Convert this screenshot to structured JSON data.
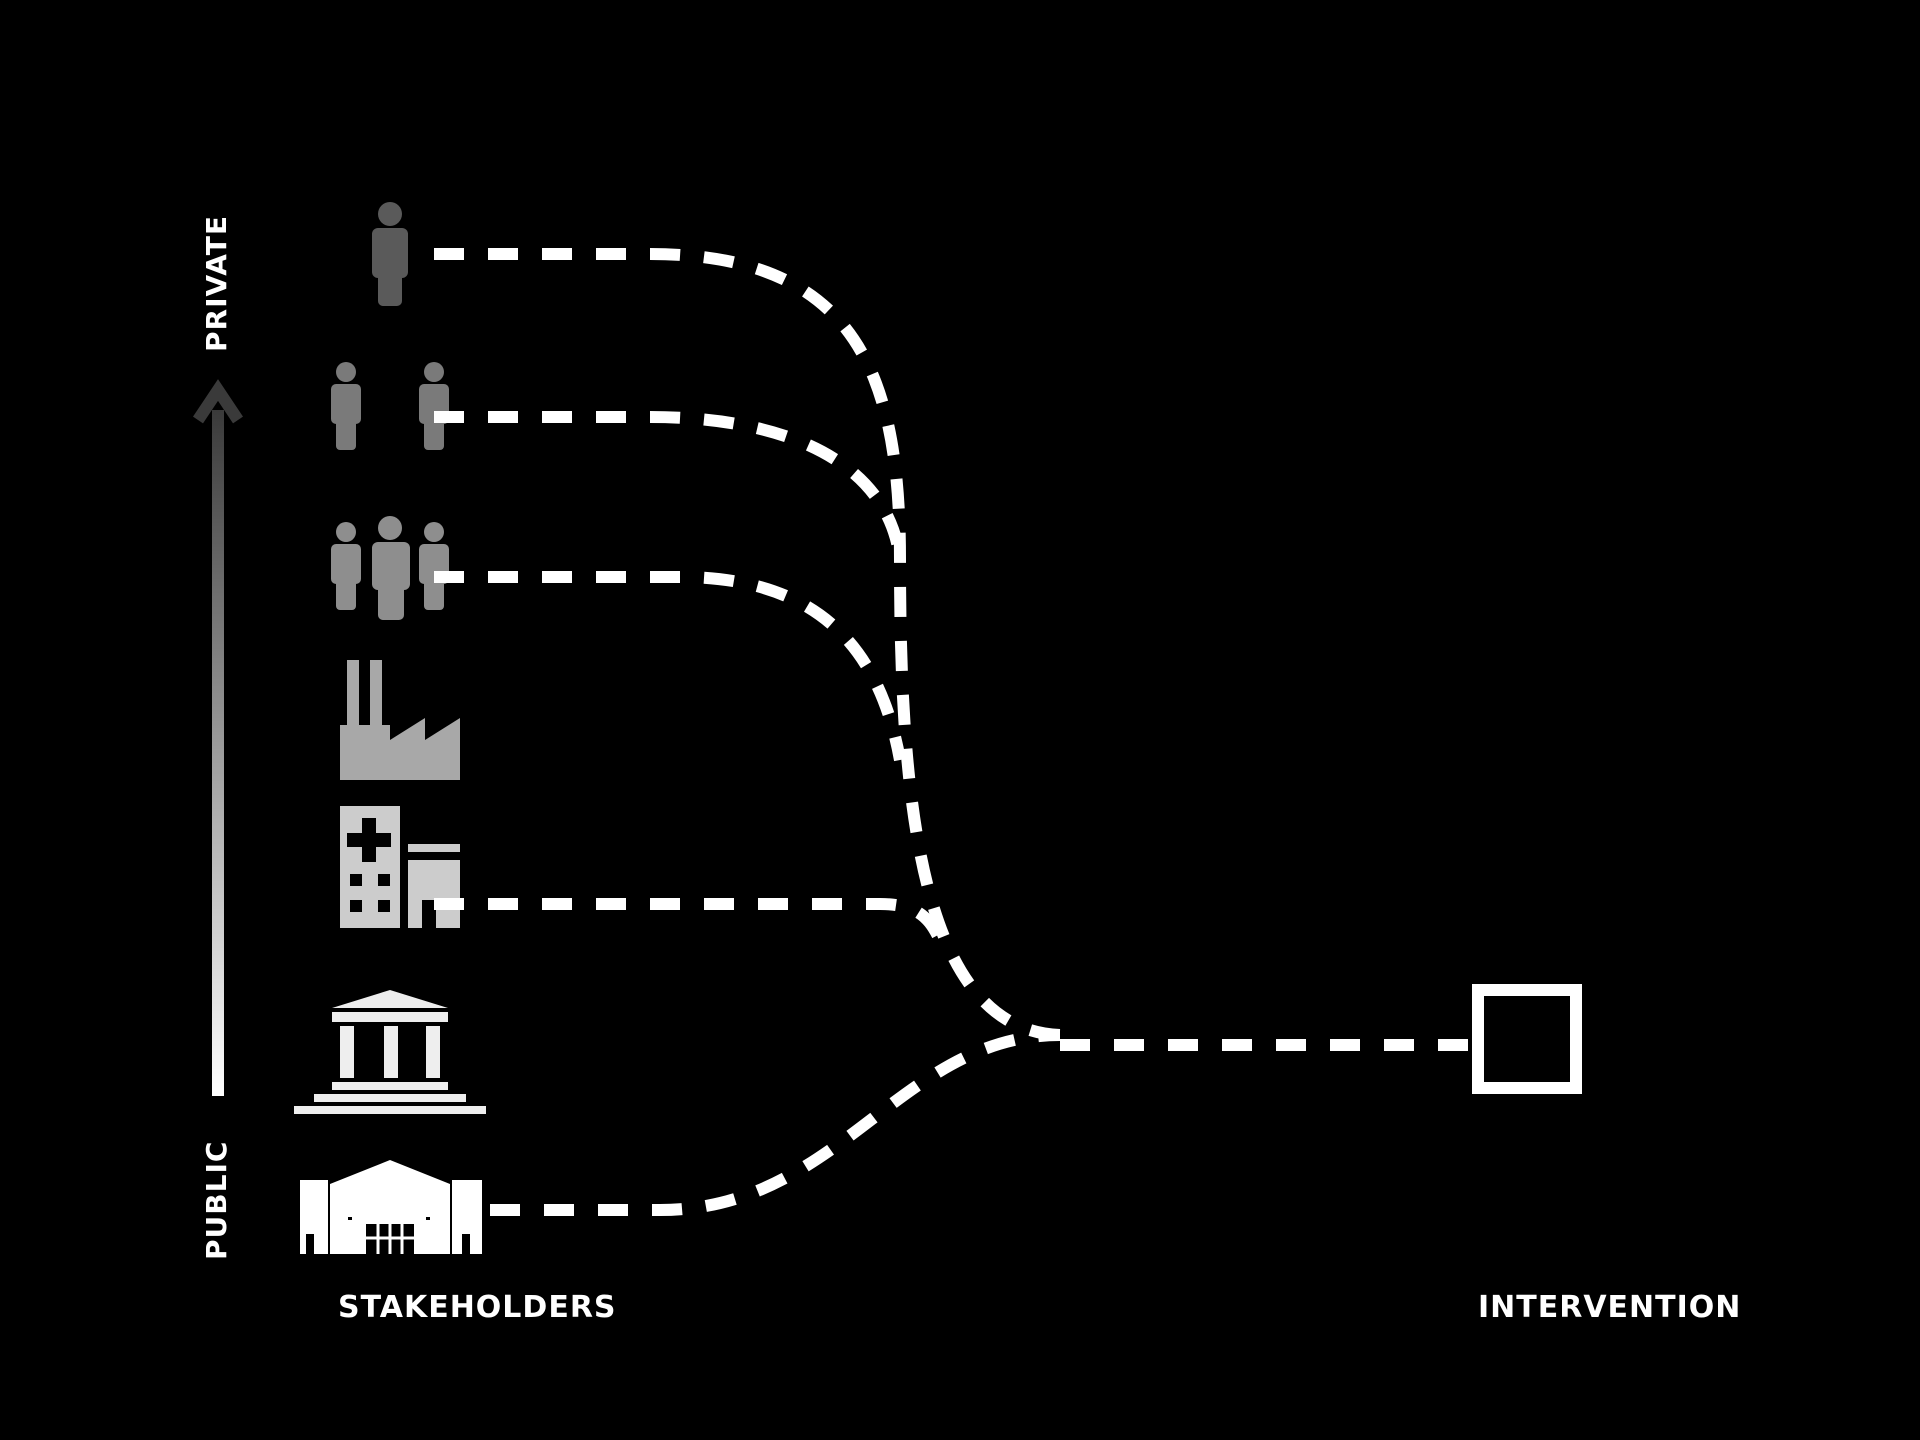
{
  "axis": {
    "top_label": "PRIVATE",
    "bottom_label": "PUBLIC"
  },
  "labels": {
    "stakeholders": "STAKEHOLDERS",
    "intervention": "INTERVENTION"
  },
  "stakeholders": [
    {
      "icon": "person-icon",
      "color": "#5a5a5a"
    },
    {
      "icon": "two-people-icon",
      "color": "#7a7a7a"
    },
    {
      "icon": "group-icon",
      "color": "#8e8e8e"
    },
    {
      "icon": "factory-icon",
      "color": "#a8a8a8"
    },
    {
      "icon": "hospital-icon",
      "color": "#cccccc"
    },
    {
      "icon": "government-building-icon",
      "color": "#eeeeee"
    },
    {
      "icon": "public-hall-icon",
      "color": "#ffffff"
    }
  ],
  "colors": {
    "background": "#000000",
    "line": "#ffffff",
    "arrow_top": "#404040",
    "arrow_bottom": "#ffffff"
  }
}
